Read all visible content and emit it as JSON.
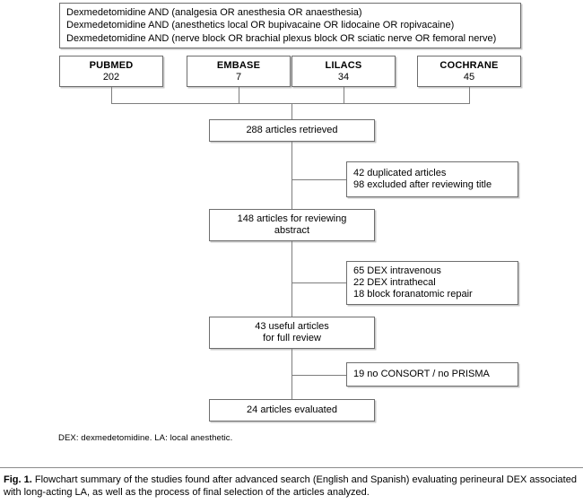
{
  "figure": {
    "search_box": {
      "lines": [
        "Dexmedetomidine AND (analgesia OR anesthesia OR anaesthesia)",
        "Dexmedetomidine AND (anesthetics local OR bupivacaine OR lidocaine OR ropivacaine)",
        "Dexmedetomidine AND (nerve block OR brachial plexus block OR sciatic nerve OR femoral nerve)"
      ]
    },
    "databases": [
      {
        "name": "PUBMED",
        "count": "202"
      },
      {
        "name": "EMBASE",
        "count": "7"
      },
      {
        "name": "LILACS",
        "count": "34"
      },
      {
        "name": "COCHRANE",
        "count": "45"
      }
    ],
    "stages": [
      {
        "line1": "288 articles retrieved",
        "line2": ""
      },
      {
        "line1": "148 articles for reviewing",
        "line2": "abstract"
      },
      {
        "line1": "43 useful articles",
        "line2": "for full review"
      },
      {
        "line1": "24 articles evaluated",
        "line2": ""
      }
    ],
    "exclusions": [
      {
        "lines": [
          "42 duplicated articles",
          "98 excluded after reviewing title"
        ]
      },
      {
        "lines": [
          "65 DEX intravenous",
          "22 DEX intrathecal",
          "18 block foranatomic repair"
        ]
      },
      {
        "lines": [
          "19 no CONSORT / no PRISMA"
        ]
      }
    ],
    "footnote": "DEX: dexmedetomidine. LA: local anesthetic.",
    "caption": {
      "label": "Fig. 1.",
      "text": "Flowchart summary of the studies found after advanced search (English and Spanish) evaluating perineural DEX associated with long-acting LA, as well as the process of final selection of the articles analyzed."
    },
    "colors": {
      "border": "#6e6e6e",
      "connector": "#7d7d7d",
      "shadow": "#c9c9c9",
      "background": "#ffffff",
      "text": "#000000"
    }
  }
}
